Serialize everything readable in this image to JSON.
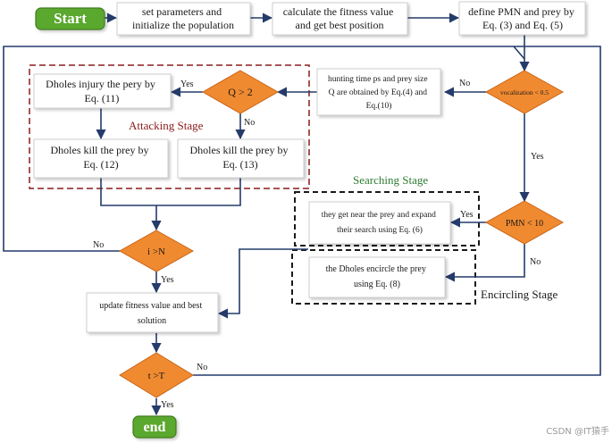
{
  "colors": {
    "terminal": "#5aa82e",
    "terminal_border": "#3f7d1e",
    "decision": "#f08a30",
    "decision_border": "#c9651a",
    "arrow": "#243b6b",
    "attack_frame": "#8b1a1a",
    "attack_label": "#8b1a1a",
    "search_label": "#2e7d32",
    "encircle_label": "#1a1a1a"
  },
  "nodes": {
    "start": "Start",
    "init": [
      "set parameters and",
      "initialize the population"
    ],
    "fitness": [
      "calculate the fitness value",
      "and get best position"
    ],
    "define": [
      "define PMN and prey  by",
      "Eq. (3) and Eq. (5)"
    ],
    "vocal": "vocalization < 0.5",
    "hunting": [
      "hunting time ps and prey size",
      "Q are obtained by Eq.(4) and",
      "Eq.(10)"
    ],
    "q_dec": "Q > 2",
    "injury": [
      "Dholes injury the pery by",
      "Eq. (11)"
    ],
    "kill12": [
      "Dholes kill the prey by",
      "Eq. (12)"
    ],
    "kill13": [
      "Dholes kill the prey by",
      "Eq. (13)"
    ],
    "pmn_dec": "PMN < 10",
    "near": [
      "they get near the prey and expand",
      "their search using Eq. (6)"
    ],
    "encircle": [
      "the Dholes encircle the prey",
      "using Eq. (8)"
    ],
    "i_dec": "i >N",
    "update": [
      "update fitness value and best",
      "solution"
    ],
    "t_dec": "t >T",
    "end": "end"
  },
  "edge_labels": {
    "no_vocal": "No",
    "yes_vocal": "Yes",
    "yes_q": "Yes",
    "no_q": "No",
    "yes_pmn": "Yes",
    "no_pmn": "No",
    "no_i": "No",
    "yes_i": "Yes",
    "no_t": "No",
    "yes_t": "Yes"
  },
  "stages": {
    "attacking": "Attacking Stage",
    "searching": "Searching Stage",
    "encircling": "Encircling Stage"
  },
  "watermark": "CSDN @IT猿手"
}
